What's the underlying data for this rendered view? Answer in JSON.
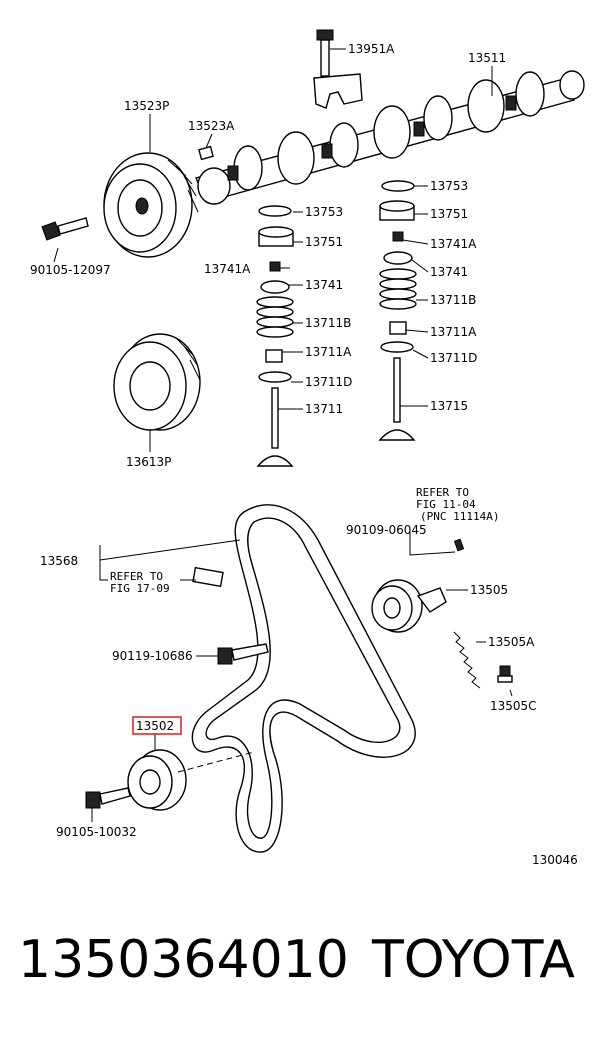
{
  "diagram": {
    "labels": {
      "l13951A": "13951A",
      "l13511": "13511",
      "l13523P": "13523P",
      "l13523A": "13523A",
      "l90105_12097": "90105-12097",
      "l13753_left": "13753",
      "l13751_left": "13751",
      "l13741A_left": "13741A",
      "l13741_left": "13741",
      "l13711B_left": "13711B",
      "l13711A_left": "13711A",
      "l13711D_left": "13711D",
      "l13711": "13711",
      "l13613P": "13613P",
      "l13753_right": "13753",
      "l13751_right": "13751",
      "l13741A_right": "13741A",
      "l13741_right": "13741",
      "l13711B_right": "13711B",
      "l13711A_right": "13711A",
      "l13711D_right": "13711D",
      "l13715": "13715",
      "refer_1104_line1": "REFER TO",
      "refer_1104_line2": "FIG 11-04",
      "refer_1104_line3": "(PNC 11114A)",
      "l90109_06045": "90109-06045",
      "l13568": "13568",
      "refer_1709_line1": "REFER TO",
      "refer_1709_line2": "FIG 17-09",
      "l13505": "13505",
      "l13505A": "13505A",
      "l90119_10686": "90119-10686",
      "l13505C": "13505C",
      "l13502": "13502",
      "l90105_10032": "90105-10032",
      "diagram_id": "130046"
    },
    "highlight_color": "#e01a1a"
  },
  "footer": {
    "part_number": "1350364010",
    "brand": "TOYOTA"
  }
}
